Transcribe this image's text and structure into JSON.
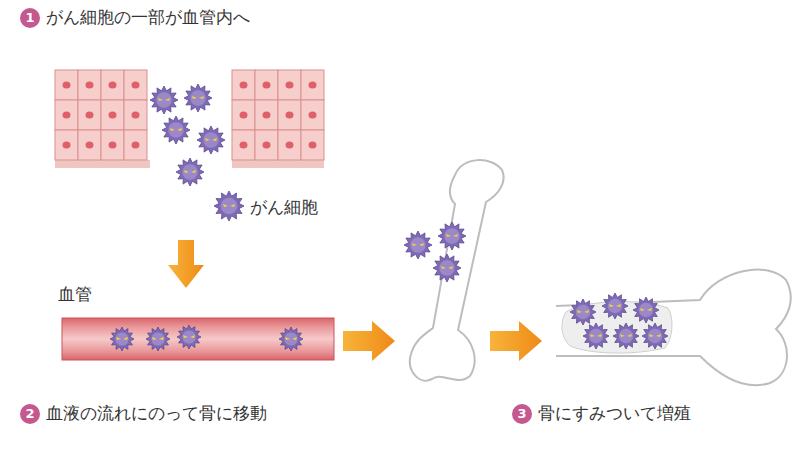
{
  "diagram": {
    "nodes": [
      {
        "text": [
          "1",
          "がん細胞の一部が血管内へ"
        ]
      },
      {
        "text": [
          "2",
          "血液の流れにのって骨に移動"
        ]
      },
      {
        "text": [
          "3",
          "骨にすみついて増殖"
        ]
      }
    ],
    "labels": [
      "がん細胞",
      "血管"
    ]
  }
}
